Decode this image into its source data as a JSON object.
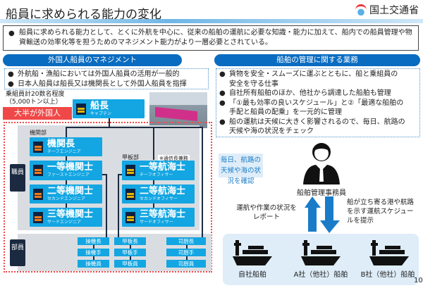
{
  "title": "船員に求められる能力の変化",
  "logo": "国土交通省",
  "notice": "船員に求められる能力として、とくに外航を中心に、従来の船舶の運航に必要な知識・能力に加えて、船内での船員管理や物資輸送の効率化等を担うためのマネジメント能力がより一層必要とされている。",
  "left": {
    "header": "外国人船員のマネジメント",
    "bullets": [
      "外航船・漁船においては外国人船員の活用が一般的",
      "日本人船員は船長又は機関長として外国人船員を指揮"
    ],
    "crew_note_1": "乗組員計20数名程度",
    "crew_note_2": "（5,000トン以上）",
    "foreign_label": "大半が外国人",
    "captain": {
      "title": "船長",
      "sub": "キャプテン"
    },
    "engine_dept": "機関部",
    "deck_dept": "甲板部",
    "radio_note": "※通信長兼務",
    "officers_label": "職員",
    "ratings_label": "部員",
    "engine": [
      {
        "title": "機関長",
        "sub": "チーフエンジニア"
      },
      {
        "title": "一等機関士",
        "sub": "ファーストエンジニア"
      },
      {
        "title": "二等機関士",
        "sub": "セカンドエンジニア"
      },
      {
        "title": "三等機関士",
        "sub": "サードエンジニア"
      }
    ],
    "deck": [
      {
        "title": "一等航海士",
        "sub": "チーフオフィサー"
      },
      {
        "title": "二等航海士",
        "sub": "セカンドオフィサー"
      },
      {
        "title": "三等航海士",
        "sub": "サードオフィサー"
      }
    ],
    "ratings": [
      [
        "操機長",
        "操機手",
        "操機員"
      ],
      [
        "甲板長",
        "甲板手",
        "甲板員"
      ],
      [
        "司厨長",
        "司厨手",
        "司厨員"
      ]
    ]
  },
  "right": {
    "header": "船舶の管理に関する業務",
    "bullets": [
      "貨物を安全・スムーズに運ぶとともに、船と乗組員の",
      "安全を守る仕事",
      "自社所有船舶のほか、他社から調達した船舶も管理",
      "「①最も効率の良いスケジュール」と②「最適な船舶の",
      "手配と船員の配乗」を一元的に管理",
      "船の運航は天候に大きく影響されるので、毎日、航路の",
      "天候や海の状況をチェック"
    ],
    "weather_note": "毎日、航路の天候や海の状況を確認",
    "manager": "船舶管理事務員",
    "report_note": "運航や作業の状況をレポート",
    "schedule_note": "船が立ち寄る港や航路を示す運航スケジュールを提示",
    "ships": [
      "自社船舶",
      "A社（他社）船舶",
      "B社（他社）船舶"
    ]
  },
  "page_number": "10"
}
